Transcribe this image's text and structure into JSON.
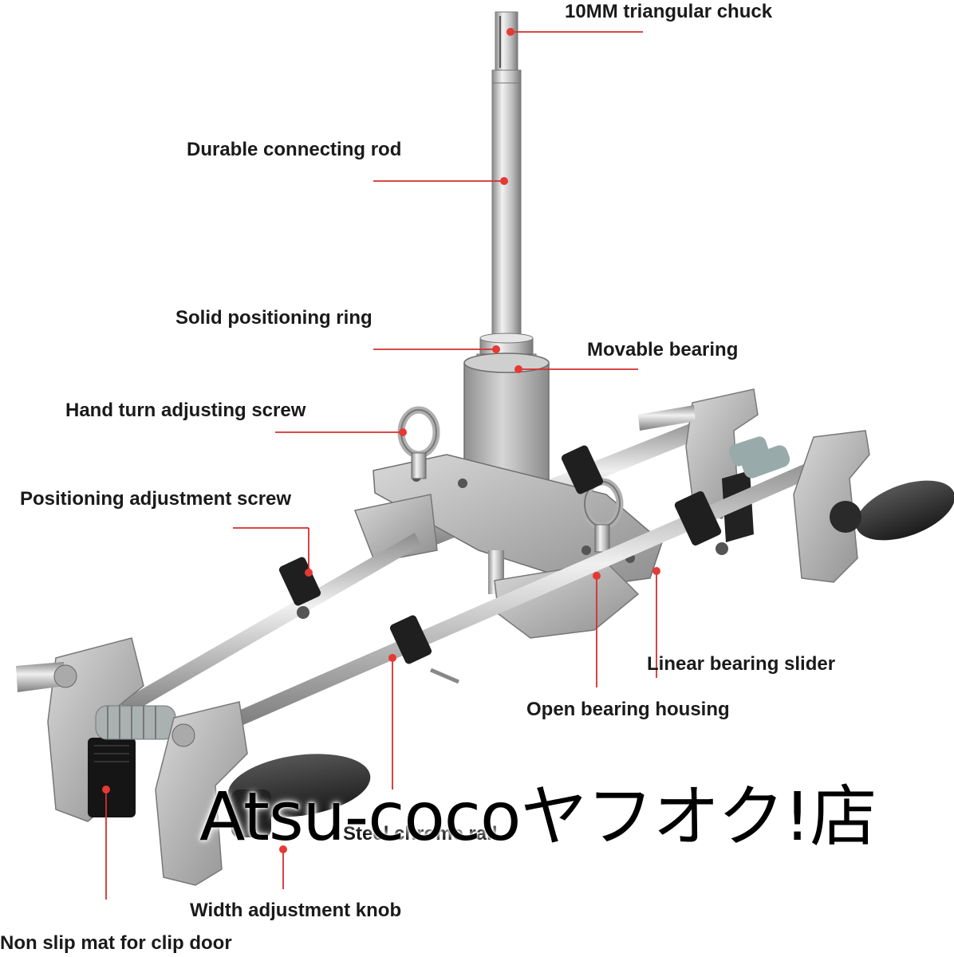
{
  "labels": {
    "chuck": "10MM triangular chuck",
    "connecting_rod": "Durable connecting rod",
    "positioning_ring": "Solid positioning ring",
    "movable_bearing": "Movable bearing",
    "hand_turn_screw": "Hand turn adjusting screw",
    "positioning_screw": "Positioning adjustment screw",
    "linear_slider": "Linear bearing slider",
    "open_housing": "Open bearing housing",
    "steel_rail": "Steel chrome rail",
    "width_knob": "Width adjustment knob",
    "non_slip_mat": "Non slip mat for clip door"
  },
  "watermark": "Atsu-cocoヤフオク!店",
  "colors": {
    "leader_line": "#d32f2f",
    "leader_dot": "#e53935",
    "label_text": "#1a1a1a",
    "metal": "#b8b8b8",
    "knob": "#2b2b2b",
    "background": "#ffffff"
  }
}
